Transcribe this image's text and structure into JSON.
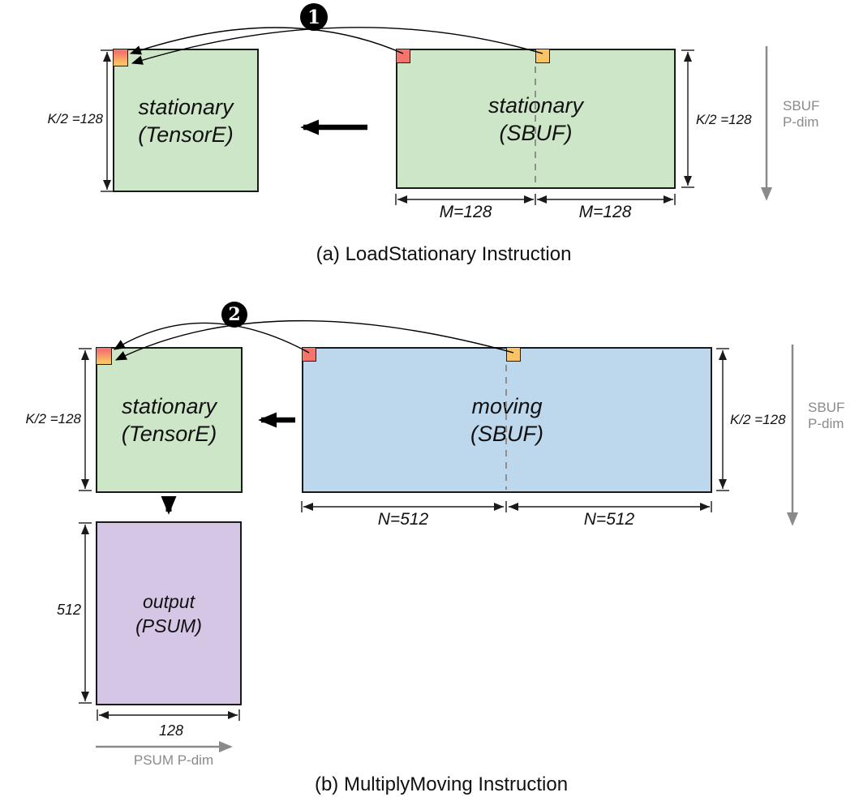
{
  "colors": {
    "box_green": "#cde6c8",
    "box_blue": "#bdd7ed",
    "box_purple": "#d6c6e6",
    "marker_red": "#f4756c",
    "marker_orange": "#fac363",
    "gray": "#8a8a8a"
  },
  "section_a": {
    "badge": "1",
    "caption": "(a) LoadStationary Instruction",
    "tensor_box": {
      "line1": "stationary",
      "line2": "(TensorE)"
    },
    "sbuf_box": {
      "line1": "stationary",
      "line2": "(SBUF)"
    },
    "dim_k_left": "K/2 =128",
    "dim_k_right": "K/2 =128",
    "dim_m_left": "M=128",
    "dim_m_right": "M=128",
    "pdim": {
      "line1": "SBUF",
      "line2": "P-dim"
    }
  },
  "section_b": {
    "badge": "2",
    "caption": "(b) MultiplyMoving Instruction",
    "tensor_box": {
      "line1": "stationary",
      "line2": "(TensorE)"
    },
    "moving_box": {
      "line1": "moving",
      "line2": "(SBUF)"
    },
    "output_box": {
      "line1": "output",
      "line2": "(PSUM)"
    },
    "dim_k_left": "K/2 =128",
    "dim_k_right": "K/2 =128",
    "dim_n_left": "N=512",
    "dim_n_right": "N=512",
    "dim_out_height": "512",
    "dim_out_width": "128",
    "pdim": {
      "line1": "SBUF",
      "line2": "P-dim"
    },
    "psum_pdim": "PSUM P-dim"
  }
}
